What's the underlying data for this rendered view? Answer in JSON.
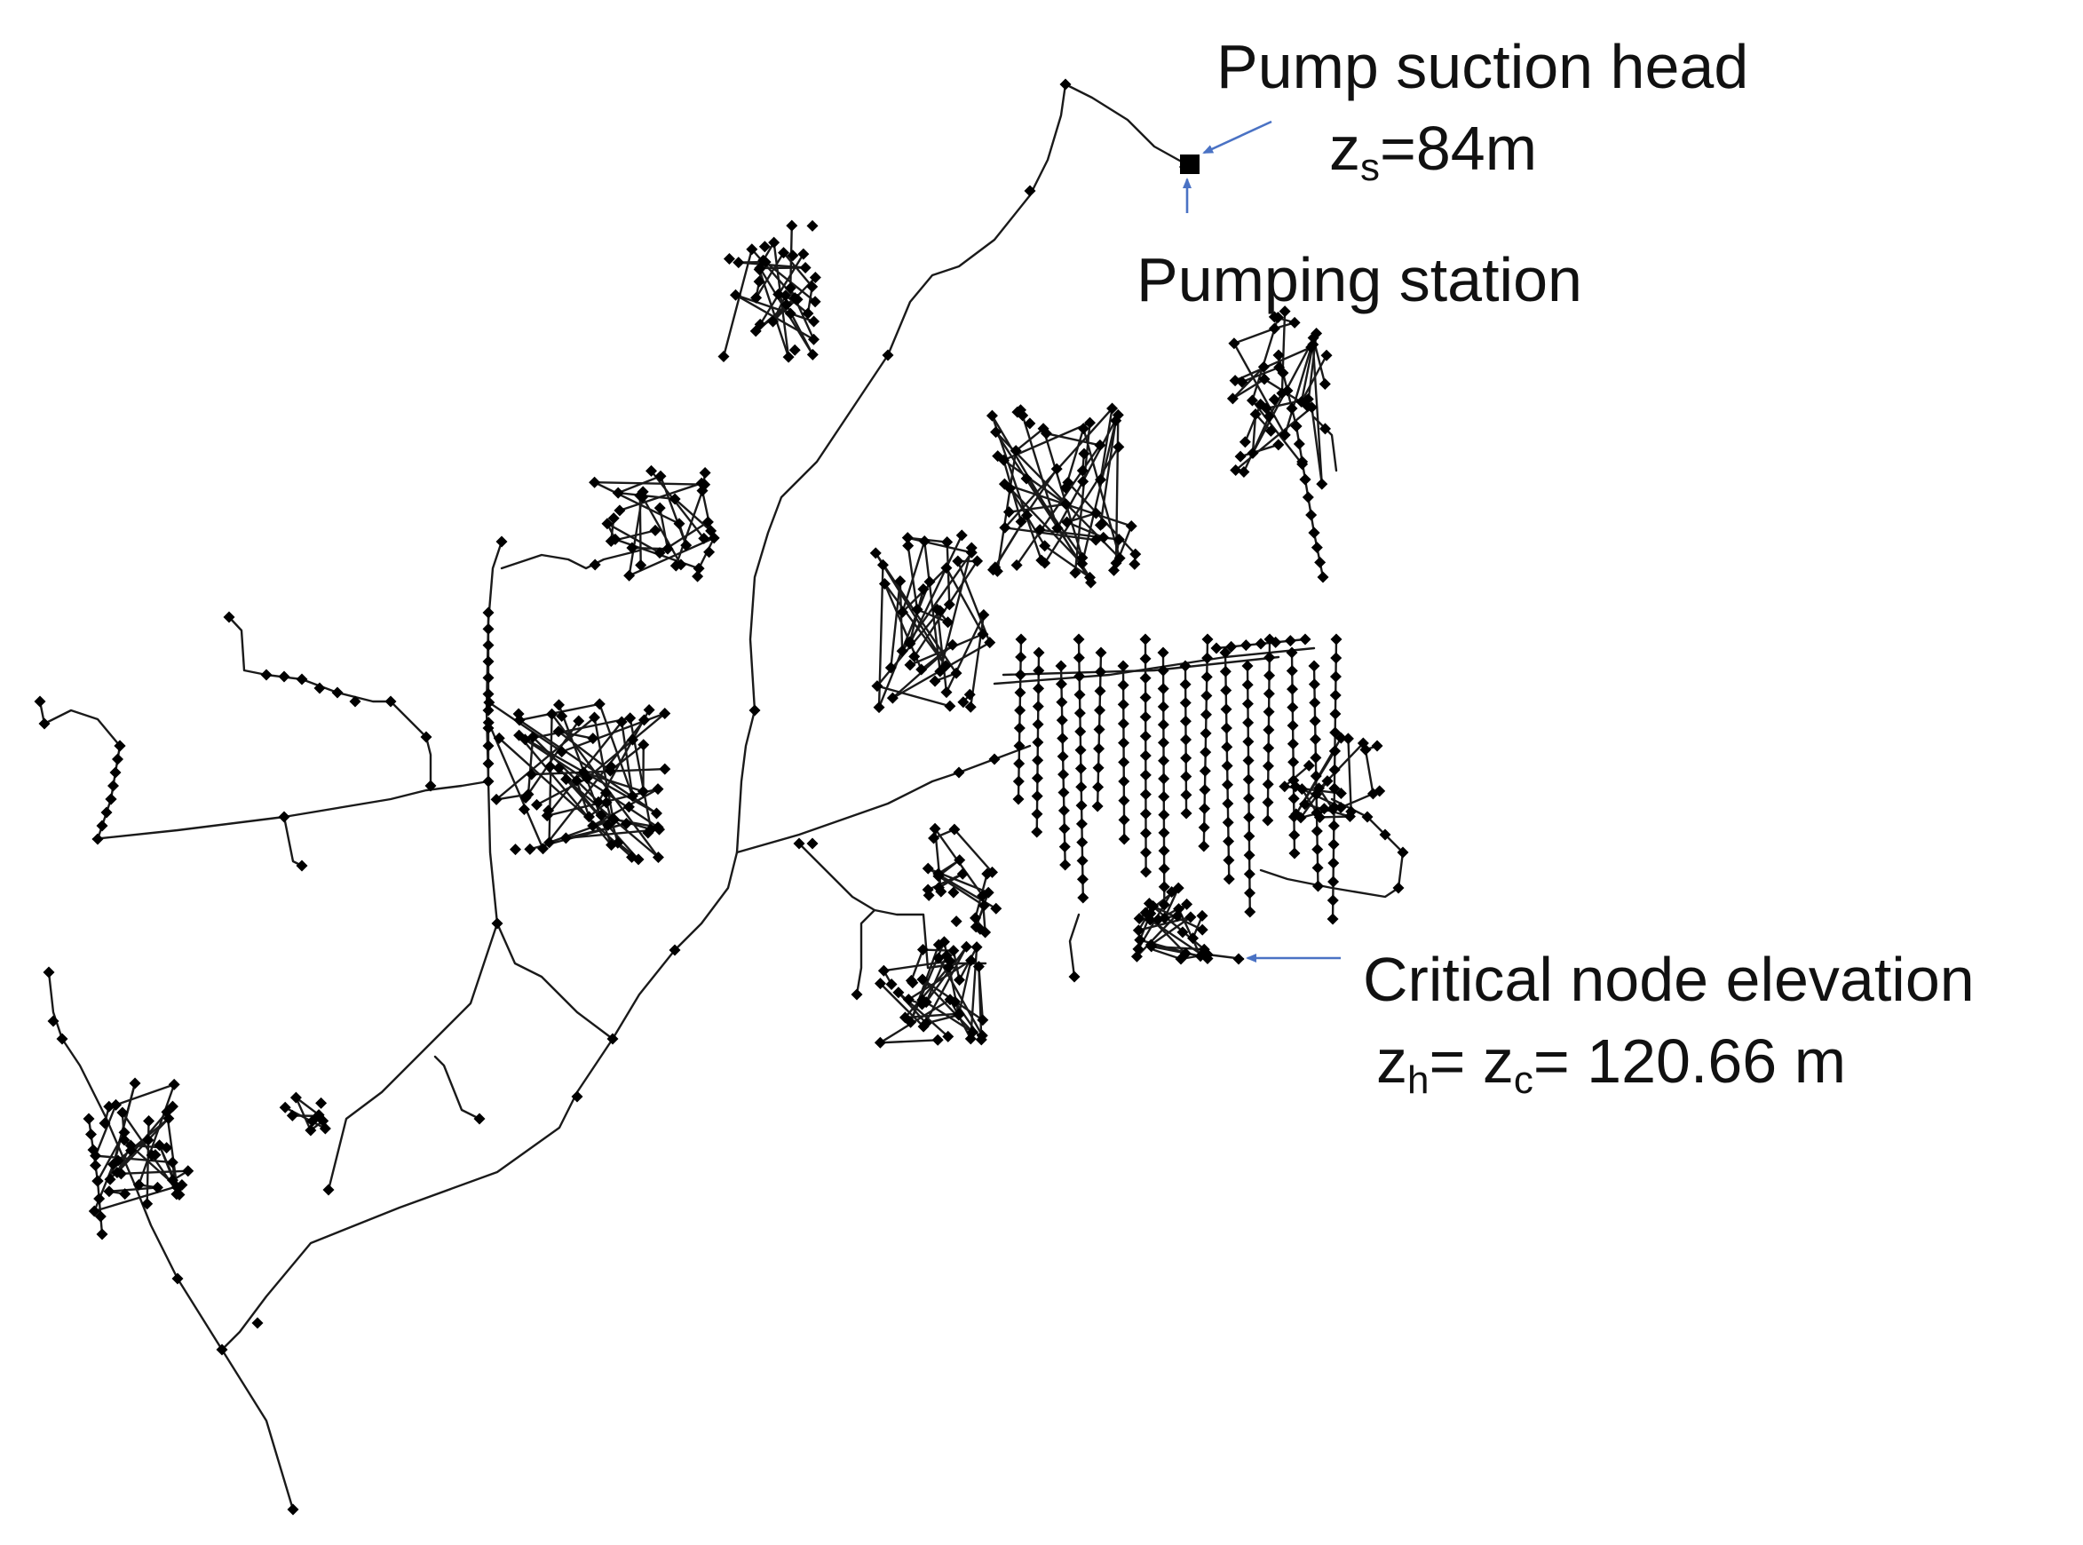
{
  "annotations": {
    "pump_suction_head": {
      "title": "Pump suction head",
      "symbol": "z",
      "subscript": "s",
      "value": "=84m"
    },
    "pumping_station": {
      "title": "Pumping station"
    },
    "critical_node": {
      "title": "Critical node elevation",
      "symbol_1": "z",
      "subscript_1": "h",
      "equals_1": "= ",
      "symbol_2": "z",
      "subscript_2": "c",
      "value": "= 120.66 m"
    }
  },
  "colors": {
    "pipe": "#1a1a1a",
    "node": "#000000",
    "arrow": "#4a72c4",
    "text": "#111111",
    "background": "#ffffff"
  },
  "icons": {
    "node_marker": "diamond-node-icon",
    "arrow": "arrow-left-icon"
  }
}
